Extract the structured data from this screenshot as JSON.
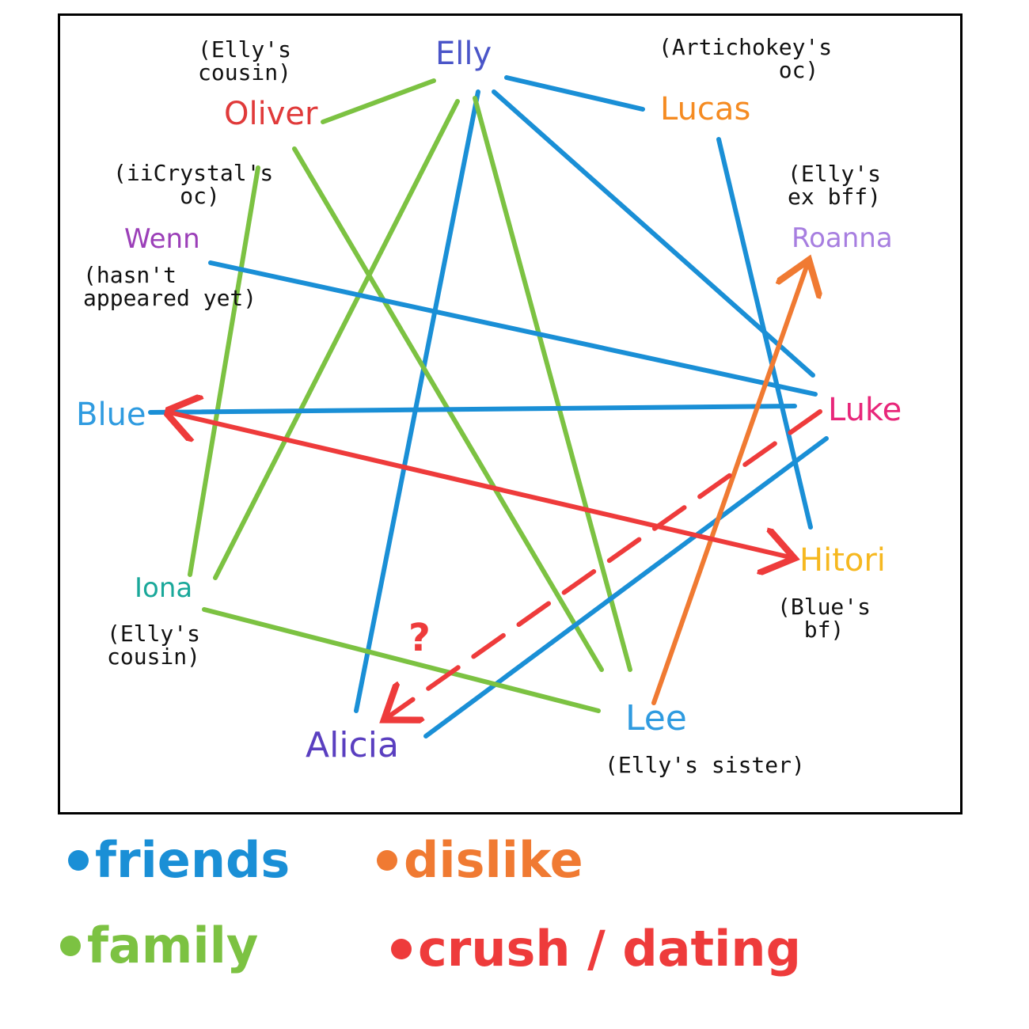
{
  "colors": {
    "friends": "#1a8fd6",
    "family": "#7cc242",
    "dislike": "#f07a32",
    "crush": "#ee3b3b"
  },
  "nodes": {
    "elly": {
      "name": "Elly",
      "color": "#4a55c8"
    },
    "oliver": {
      "name": "Oliver",
      "color": "#e03a3a",
      "note": "(Elly's\ncousin)"
    },
    "lucas": {
      "name": "Lucas",
      "color": "#f58b22",
      "note": "(Artichokey's\n         oc)"
    },
    "roanna": {
      "name": "Roanna",
      "color": "#a77ee0",
      "note": "(Elly's\nex bff)"
    },
    "wenn": {
      "name": "Wenn",
      "color": "#9b3fb8",
      "note_above": "(iiCrystal's\n     oc)",
      "note": "(hasn't\nappeared yet)"
    },
    "blue": {
      "name": "Blue",
      "color": "#2f9be0"
    },
    "luke": {
      "name": "Luke",
      "color": "#e8277a"
    },
    "hitori": {
      "name": "Hitori",
      "color": "#f6b820",
      "note": "(Blue's\n  bf)"
    },
    "iona": {
      "name": "Iona",
      "color": "#1aa89a",
      "note": "(Elly's\ncousin)"
    },
    "alicia": {
      "name": "Alicia",
      "color": "#5a3fc0"
    },
    "lee": {
      "name": "Lee",
      "color": "#2f9be0",
      "note": "(Elly's sister)"
    }
  },
  "question_mark": "?",
  "legend": {
    "friends": "friends",
    "family": "family",
    "dislike": "dislike",
    "crush": "crush / dating"
  }
}
